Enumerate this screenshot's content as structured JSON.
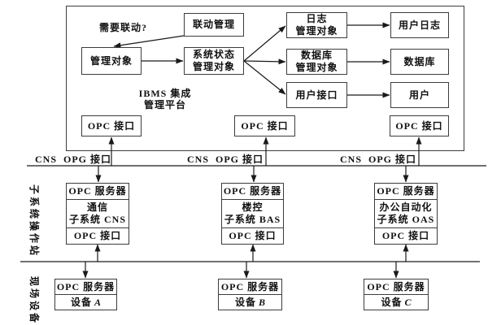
{
  "figure": {
    "platform": {
      "question": "需要联动?",
      "title": "IBMS 集成\n管理平台",
      "linkage_mgmt": "联动管理",
      "managed_object": "管理对象",
      "system_status": "系统状态\n管理对象",
      "log_mgmt": "日志\n管理对象",
      "user_log": "用户日志",
      "db_mgmt": "数据库\n管理对象",
      "database": "数据库",
      "user_if": "用户接口",
      "user": "用户",
      "opc_left": "OPC 接口",
      "opc_mid": "OPC 接口",
      "opc_right": "OPC 接口"
    },
    "bus_labels": {
      "left": "CNS  OPG 接口",
      "mid": "CNS  OPG 接口",
      "right": "CNS  OPG 接口"
    },
    "sides": {
      "subsystem_station": "子系统操作站",
      "field_device": "现场设备"
    },
    "subsystems": [
      {
        "server": "OPC 服务器",
        "name": "通信\n子系统 CNS",
        "iface": "OPC 接口"
      },
      {
        "server": "OPC 服务器",
        "name": "楼控\n子系统 BAS",
        "iface": "OPC 接口"
      },
      {
        "server": "OPC 服务器",
        "name": "办公自动化\n子系统 OAS",
        "iface": "OPC 接口"
      }
    ],
    "devices": [
      {
        "server": "OPC 服务器",
        "label": "设备",
        "letter": "A"
      },
      {
        "server": "OPC 服务器",
        "label": "设备",
        "letter": "B"
      },
      {
        "server": "OPC 服务器",
        "label": "设备",
        "letter": "C"
      }
    ]
  }
}
